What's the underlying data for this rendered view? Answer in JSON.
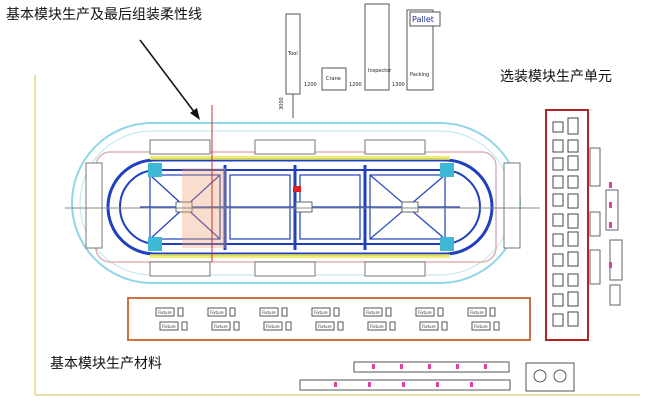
{
  "labels": {
    "main_line": "基本模块生产及最后组装柔性线",
    "select_unit": "选装模块生产单元",
    "material": "基本模块生产材料"
  },
  "stations": {
    "pallet": "Pallet",
    "tool": "Tool",
    "crane": "Crane",
    "inspector": "Inspector",
    "packing": "Packing",
    "dim_1": "1200",
    "dim_2": "1200",
    "dim_3": "1300",
    "dim_4": "3000"
  },
  "material_boxes": [
    "Fixture",
    "Fixture",
    "Fixture",
    "Fixture",
    "Fixture",
    "Fixture",
    "Fixture",
    "Fixture",
    "Fixture",
    "Fixture",
    "Fixture",
    "Fixture",
    "Fixture",
    "Fixture"
  ],
  "colors": {
    "conveyor": "#1f3fbf",
    "outer_loop": "#8fd6e6",
    "frame": "#e0b0b0",
    "unit_box": "#b52020",
    "material_box": "#c8602e",
    "arrow": "#111111",
    "cyan_cell": "#3fb8d8",
    "yellow": "#e8e850"
  }
}
